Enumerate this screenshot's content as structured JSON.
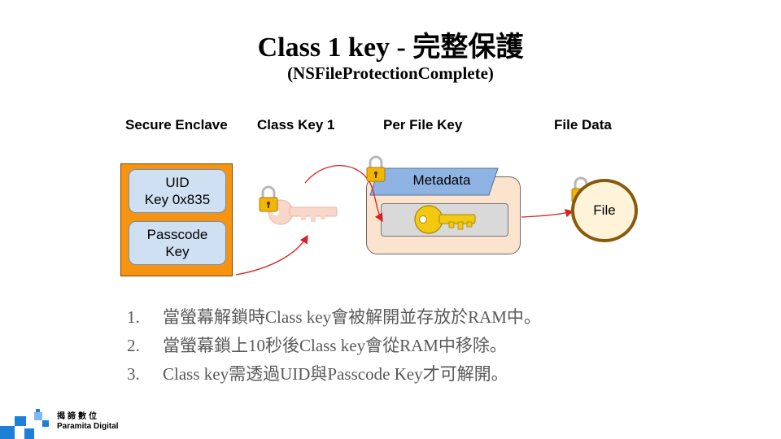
{
  "slide": {
    "title": "Class 1 key - 完整保護",
    "subtitle": "(NSFileProtectionComplete)"
  },
  "diagram": {
    "headers": {
      "secure_enclave": "Secure Enclave",
      "class_key": "Class Key 1",
      "per_file_key": "Per File Key",
      "file_data": "File Data"
    },
    "uid_box": "UID\nKey 0x835",
    "passcode_box": "Passcode\nKey",
    "metadata": "Metadata",
    "file": "File",
    "colors": {
      "enclave": "#f6930f",
      "enclave_box": "#cfe0f3",
      "metadata_tag": "#8fb4e3",
      "per_file_box": "#fbe3cd",
      "key_slot": "#d9d9d9",
      "gold_key": "#f2c811",
      "faded_key": "#f7cfc0",
      "file_circle": "#fff3d9",
      "arrow": "#d62222"
    },
    "icons": [
      "lock-icon",
      "key-icon",
      "arrow-icon"
    ]
  },
  "steps": [
    {
      "num": "1.",
      "text": "當螢幕解鎖時Class key會被解開並存放於RAM中。"
    },
    {
      "num": "2.",
      "text": "當螢幕鎖上10秒後Class key會從RAM中移除。"
    },
    {
      "num": "3.",
      "text": "Class key需透過UID與Passcode Key才可解開。"
    }
  ],
  "logo": {
    "name_cn": "揭諦數位",
    "name_en": "Paramita Digital",
    "color": "#1d7fd6"
  }
}
